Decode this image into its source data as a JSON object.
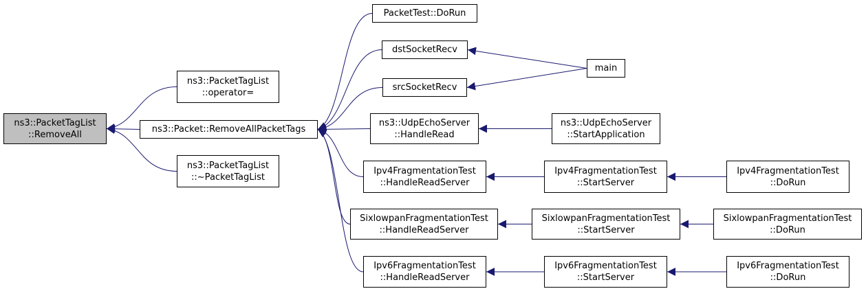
{
  "colors": {
    "edge": "#191970",
    "root_fill": "#bfbfbf",
    "node_fill": "#ffffff",
    "border": "#000000"
  },
  "nodes": {
    "remove_all": {
      "lines": [
        "ns3::PacketTagList",
        "::RemoveAll"
      ]
    },
    "operator_assign": {
      "lines": [
        "ns3::PacketTagList",
        "::operator="
      ]
    },
    "destructor": {
      "lines": [
        "ns3::PacketTagList",
        "::~PacketTagList"
      ]
    },
    "remove_all_packet_tags": {
      "lines": [
        "ns3::Packet::RemoveAllPacketTags"
      ]
    },
    "packet_test_dorun": {
      "lines": [
        "PacketTest::DoRun"
      ]
    },
    "dst_socket_recv": {
      "lines": [
        "dstSocketRecv"
      ]
    },
    "src_socket_recv": {
      "lines": [
        "srcSocketRecv"
      ]
    },
    "main": {
      "lines": [
        "main"
      ]
    },
    "udp_echo_handle_read": {
      "lines": [
        "ns3::UdpEchoServer",
        "::HandleRead"
      ]
    },
    "udp_echo_start_app": {
      "lines": [
        "ns3::UdpEchoServer",
        "::StartApplication"
      ]
    },
    "ipv4_handle_read": {
      "lines": [
        "Ipv4FragmentationTest",
        "::HandleReadServer"
      ]
    },
    "ipv4_start_server": {
      "lines": [
        "Ipv4FragmentationTest",
        "::StartServer"
      ]
    },
    "ipv4_dorun": {
      "lines": [
        "Ipv4FragmentationTest",
        "::DoRun"
      ]
    },
    "sixlowpan_handle_read": {
      "lines": [
        "SixlowpanFragmentationTest",
        "::HandleReadServer"
      ]
    },
    "sixlowpan_start_server": {
      "lines": [
        "SixlowpanFragmentationTest",
        "::StartServer"
      ]
    },
    "sixlowpan_dorun": {
      "lines": [
        "SixlowpanFragmentationTest",
        "::DoRun"
      ]
    },
    "ipv6_handle_read": {
      "lines": [
        "Ipv6FragmentationTest",
        "::HandleReadServer"
      ]
    },
    "ipv6_start_server": {
      "lines": [
        "Ipv6FragmentationTest",
        "::StartServer"
      ]
    },
    "ipv6_dorun": {
      "lines": [
        "Ipv6FragmentationTest",
        "::DoRun"
      ]
    }
  },
  "edges": [
    {
      "from": "operator_assign",
      "to": "remove_all"
    },
    {
      "from": "remove_all_packet_tags",
      "to": "remove_all"
    },
    {
      "from": "destructor",
      "to": "remove_all"
    },
    {
      "from": "packet_test_dorun",
      "to": "remove_all_packet_tags"
    },
    {
      "from": "dst_socket_recv",
      "to": "remove_all_packet_tags"
    },
    {
      "from": "src_socket_recv",
      "to": "remove_all_packet_tags"
    },
    {
      "from": "udp_echo_handle_read",
      "to": "remove_all_packet_tags"
    },
    {
      "from": "ipv4_handle_read",
      "to": "remove_all_packet_tags"
    },
    {
      "from": "sixlowpan_handle_read",
      "to": "remove_all_packet_tags"
    },
    {
      "from": "ipv6_handle_read",
      "to": "remove_all_packet_tags"
    },
    {
      "from": "main",
      "to": "dst_socket_recv"
    },
    {
      "from": "main",
      "to": "src_socket_recv"
    },
    {
      "from": "udp_echo_start_app",
      "to": "udp_echo_handle_read"
    },
    {
      "from": "ipv4_start_server",
      "to": "ipv4_handle_read"
    },
    {
      "from": "ipv4_dorun",
      "to": "ipv4_start_server"
    },
    {
      "from": "sixlowpan_start_server",
      "to": "sixlowpan_handle_read"
    },
    {
      "from": "sixlowpan_dorun",
      "to": "sixlowpan_start_server"
    },
    {
      "from": "ipv6_start_server",
      "to": "ipv6_handle_read"
    },
    {
      "from": "ipv6_dorun",
      "to": "ipv6_start_server"
    }
  ]
}
